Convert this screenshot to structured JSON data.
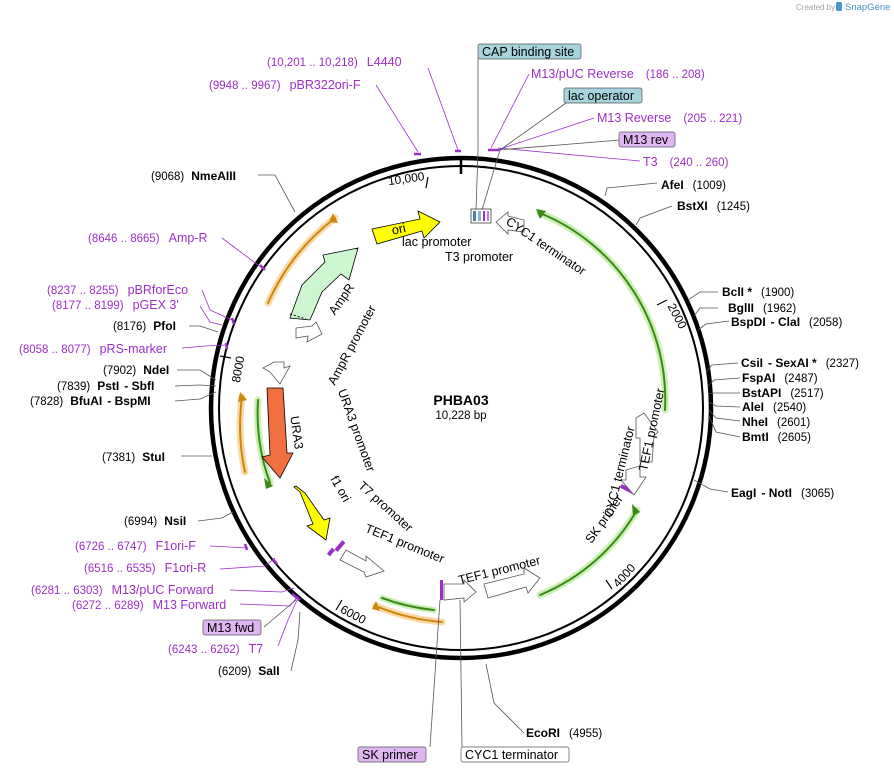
{
  "credit": {
    "created_by": "Created by",
    "brand": "SnapGene"
  },
  "plasmid": {
    "name": "PHBA03",
    "size": "10,228 bp"
  },
  "ticks": [
    "10,000",
    "2000",
    "4000",
    "6000",
    "8000"
  ],
  "restriction_sites": [
    {
      "name": "NmeAIII",
      "pos": "(9068)"
    },
    {
      "name": "AfeI",
      "pos": "(1009)"
    },
    {
      "name": "BstXI",
      "pos": "(1245)"
    },
    {
      "name": "BclI *",
      "pos": "(1900)"
    },
    {
      "name": "BglII",
      "pos": "(1962)"
    },
    {
      "name": "BspDI",
      "name2": "ClaI",
      "pos": "(2058)"
    },
    {
      "name": "CsiI",
      "name2": "SexAI *",
      "pos": "(2327)"
    },
    {
      "name": "FspAI",
      "pos": "(2487)"
    },
    {
      "name": "BstAPI",
      "pos": "(2517)"
    },
    {
      "name": "AleI",
      "pos": "(2540)"
    },
    {
      "name": "NheI",
      "pos": "(2601)"
    },
    {
      "name": "BmtI",
      "pos": "(2605)"
    },
    {
      "name": "EagI",
      "name2": "NotI",
      "pos": "(3065)"
    },
    {
      "name": "EcoRI",
      "pos": "(4955)"
    },
    {
      "name": "SalI",
      "pos": "(6209)"
    },
    {
      "name": "NsiI",
      "pos": "(6994)"
    },
    {
      "name": "StuI",
      "pos": "(7381)"
    },
    {
      "name": "BfuAI",
      "name2": "BspMI",
      "pos": "(7828)"
    },
    {
      "name": "PstI",
      "name2": "SbfI",
      "pos": "(7839)"
    },
    {
      "name": "NdeI",
      "pos": "(7902)"
    },
    {
      "name": "PfoI",
      "pos": "(8176)"
    }
  ],
  "primers": [
    {
      "name": "L4440",
      "pos": "(10,201 .. 10,218)"
    },
    {
      "name": "pBR322ori-F",
      "pos": "(9948 .. 9967)"
    },
    {
      "name": "M13/pUC Reverse",
      "pos": "(186 .. 208)"
    },
    {
      "name": "M13 Reverse",
      "pos": "(205 .. 221)"
    },
    {
      "name": "T3",
      "pos": "(240 .. 260)"
    },
    {
      "name": "Amp-R",
      "pos": "(8646 .. 8665)"
    },
    {
      "name": "pBRforEco",
      "pos": "(8237 .. 8255)"
    },
    {
      "name": "pGEX 3'",
      "pos": "(8177 .. 8199)"
    },
    {
      "name": "pRS-marker",
      "pos": "(8058 .. 8077)"
    },
    {
      "name": "F1ori-F",
      "pos": "(6726 .. 6747)"
    },
    {
      "name": "F1ori-R",
      "pos": "(6516 .. 6535)"
    },
    {
      "name": "M13/pUC Forward",
      "pos": "(6281 .. 6303)"
    },
    {
      "name": "M13 Forward",
      "pos": "(6272 .. 6289)"
    },
    {
      "name": "T7",
      "pos": "(6243 .. 6262)"
    }
  ],
  "boxed_labels": {
    "cap": "CAP binding site",
    "lac_operator": "lac operator",
    "m13_rev": "M13 rev",
    "m13_fwd": "M13 fwd",
    "sk_primer": "SK primer",
    "cyc1_terminator": "CYC1 terminator"
  },
  "features": {
    "ori": "ori",
    "ampr": "AmpR",
    "ampr_promoter": "AmpR promoter",
    "lac_promoter": "lac promoter",
    "t3_promoter": "T3 promoter",
    "cyc1_terminator_top": "CYC1 terminator",
    "ura3": "URA3",
    "ura3_promoter": "URA3 promoter",
    "f1_ori": "f1 ori",
    "t7_promoter": "T7 promoter",
    "tef1_promoter_left": "TEF1 promoter",
    "tef1_promoter_bottom": "TEF1 promoter",
    "tef1_promoter_right": "TEF1 promoter",
    "cyc1_terminator_right": "CYC1 terminator",
    "sk_primer_right": "SK primer"
  }
}
